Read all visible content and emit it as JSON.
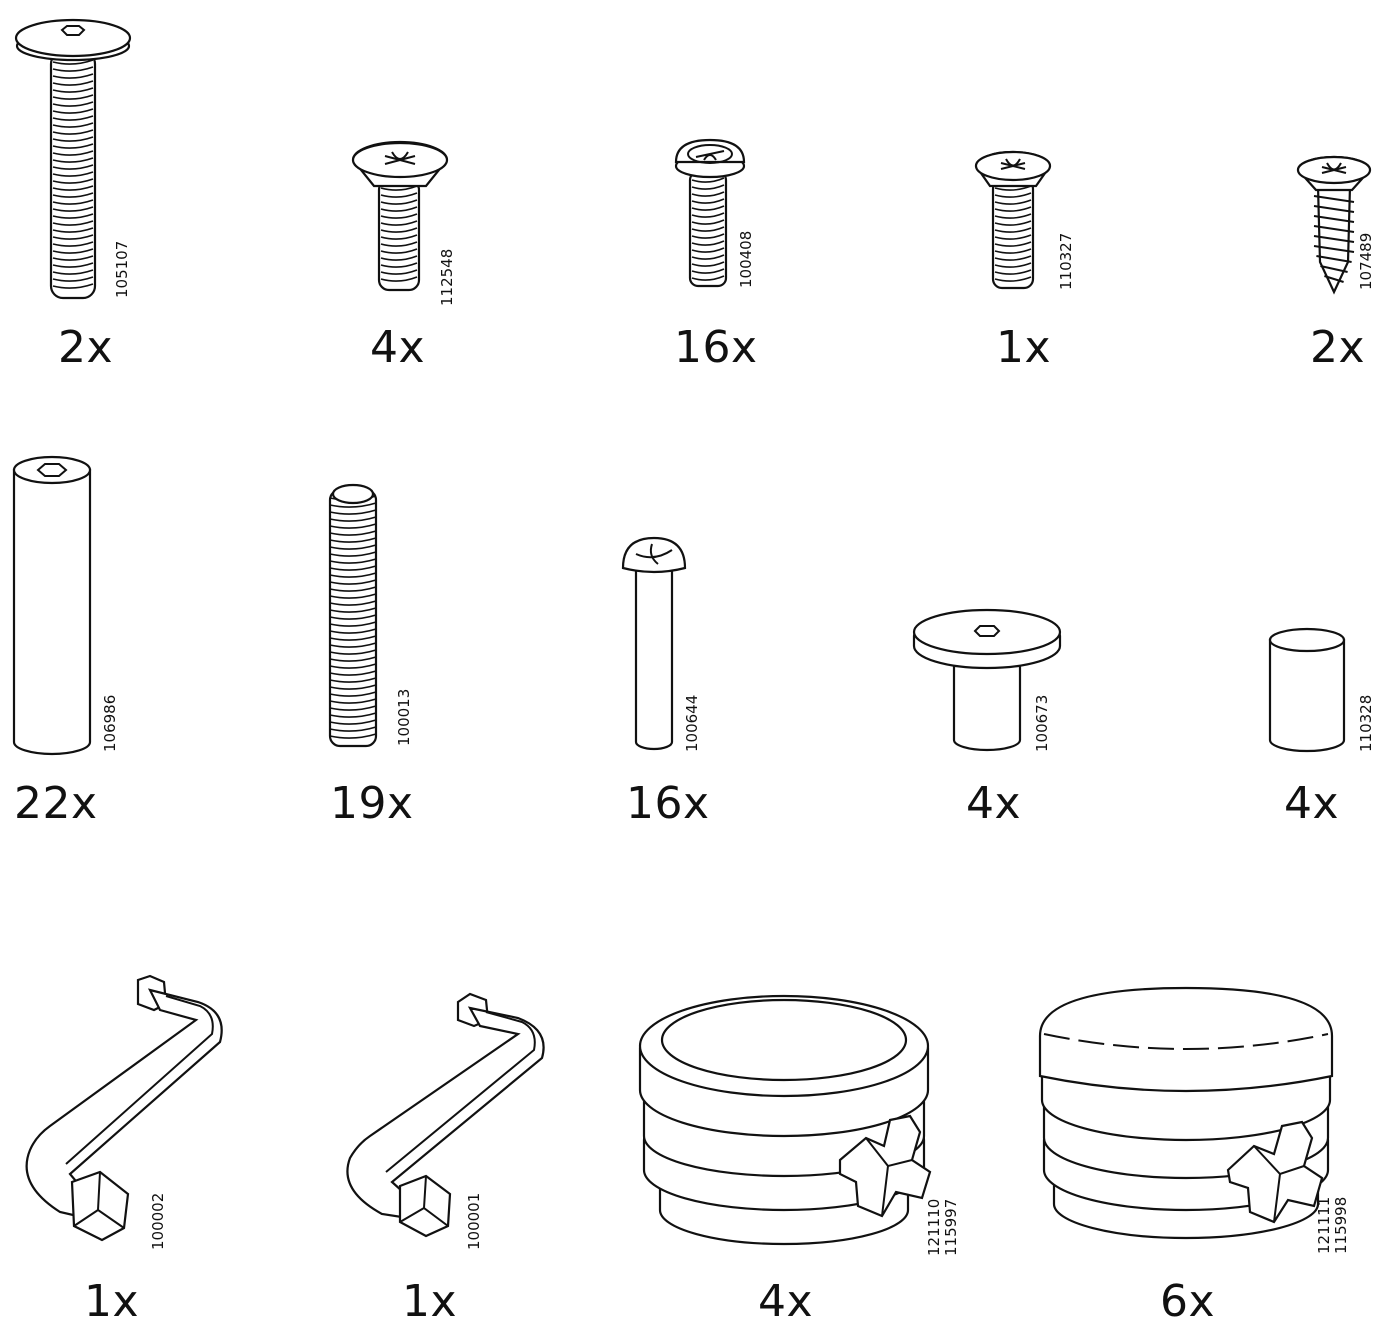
{
  "parts": [
    {
      "name": "socket-bolt-long",
      "code": "105107",
      "quantity": "2x"
    },
    {
      "name": "countersunk-screw-medium",
      "code": "112548",
      "quantity": "4x"
    },
    {
      "name": "pan-head-screw",
      "code": "100408",
      "quantity": "16x"
    },
    {
      "name": "countersunk-screw-short",
      "code": "110327",
      "quantity": "1x"
    },
    {
      "name": "wood-screw",
      "code": "107489",
      "quantity": "2x"
    },
    {
      "name": "hex-socket-sleeve",
      "code": "106986",
      "quantity": "22x"
    },
    {
      "name": "threaded-rod",
      "code": "100013",
      "quantity": "19x"
    },
    {
      "name": "round-head-pin",
      "code": "100644",
      "quantity": "16x"
    },
    {
      "name": "socket-bolt-short",
      "code": "100673",
      "quantity": "4x"
    },
    {
      "name": "spacer-tube",
      "code": "110328",
      "quantity": "4x"
    },
    {
      "name": "allen-key-large",
      "code": "100002",
      "quantity": "1x"
    },
    {
      "name": "allen-key-small",
      "code": "100001",
      "quantity": "1x"
    },
    {
      "name": "end-cap-small",
      "codes": [
        "121110",
        "115997"
      ],
      "quantity": "4x"
    },
    {
      "name": "end-cap-large",
      "codes": [
        "121111",
        "115998"
      ],
      "quantity": "6x"
    }
  ]
}
